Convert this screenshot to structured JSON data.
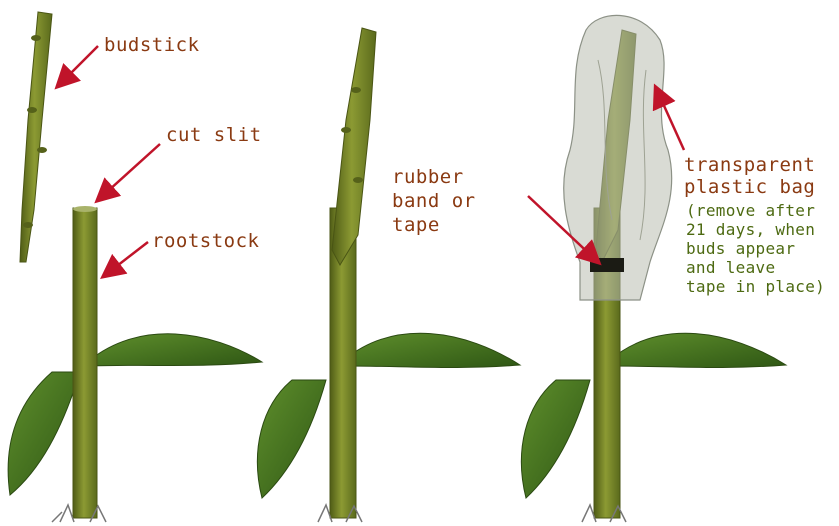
{
  "labels": {
    "budstick": "budstick",
    "cut_slit": "cut slit",
    "rootstock": "rootstock",
    "rubber_band_line1": "rubber",
    "rubber_band_line2": "band or",
    "rubber_band_line3": "tape",
    "bag_line1": "transparent",
    "bag_line2": "plastic bag",
    "note_line1": "(remove after",
    "note_line2": "21 days, when",
    "note_line3": "buds appear",
    "note_line4": "and leave",
    "note_line5": "tape in place)"
  },
  "colors": {
    "label_brown": "#8a3a12",
    "note_green": "#4d6a12",
    "arrow_red": "#c0142a",
    "stem": "#7a8a2a",
    "stem_dark": "#55611a",
    "leaf": "#3f6e1c",
    "bag": "#b9bdb0",
    "band": "#1b1b14"
  }
}
